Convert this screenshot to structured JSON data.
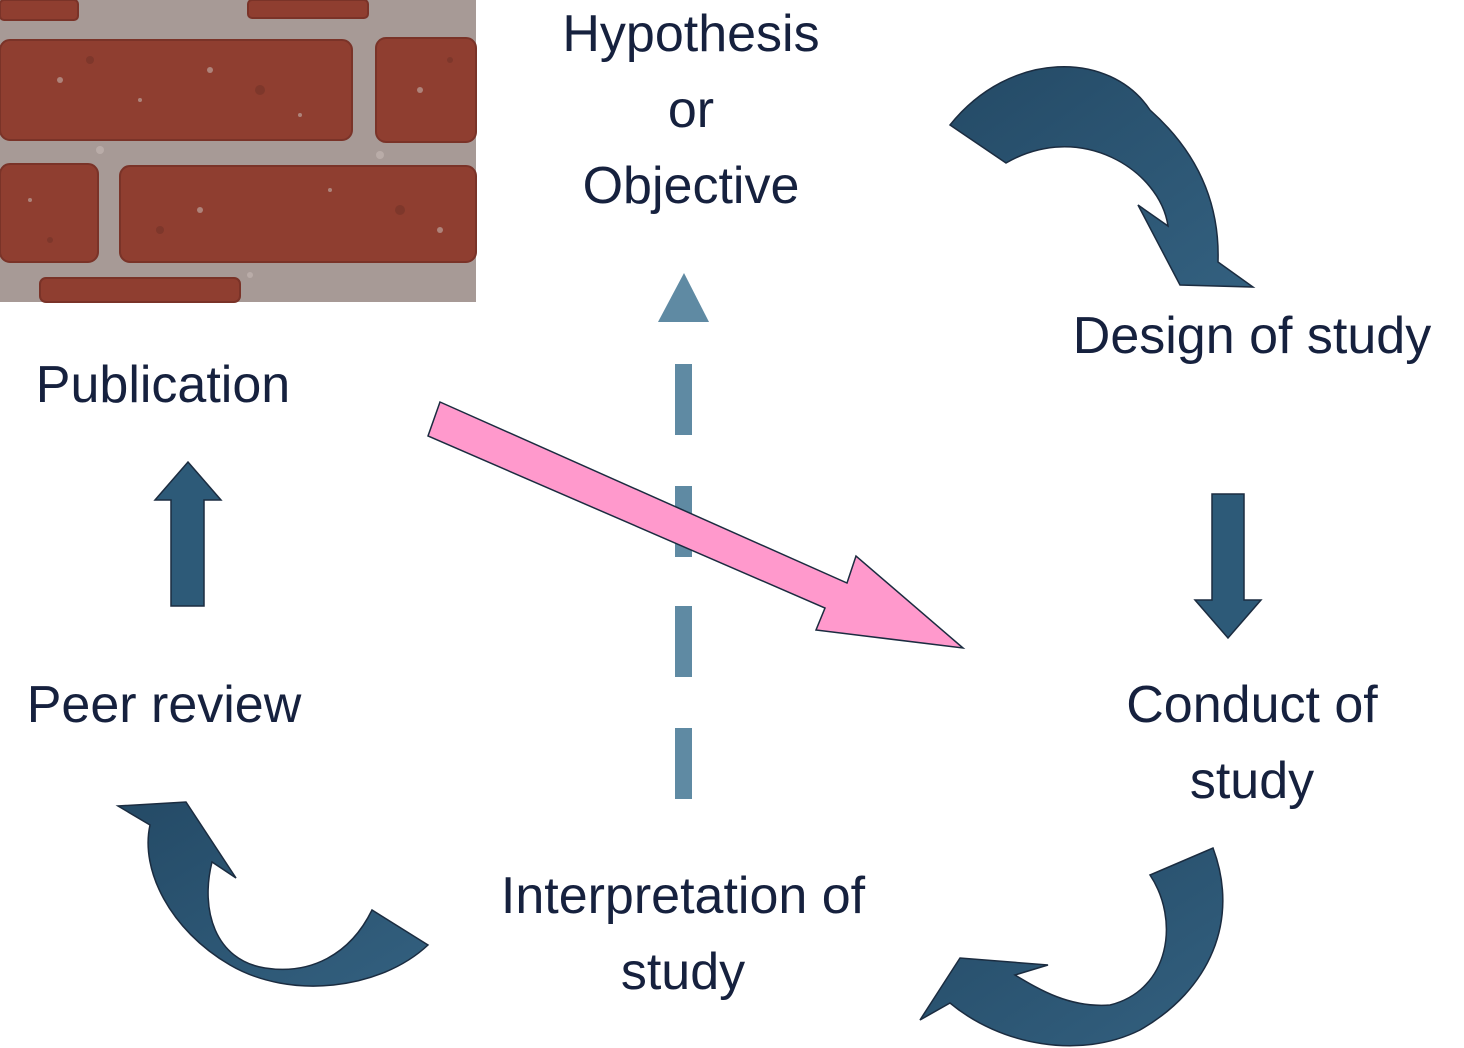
{
  "diagram": {
    "nodes": {
      "hypothesis": {
        "lines": [
          "Hypothesis",
          "or",
          "Objective"
        ]
      },
      "design": {
        "lines": [
          "Design of study"
        ]
      },
      "conduct": {
        "lines": [
          "Conduct of",
          "study"
        ]
      },
      "interpretation": {
        "lines": [
          "Interpretation of",
          "study"
        ]
      },
      "peer_review": {
        "lines": [
          "Peer review"
        ]
      },
      "publication": {
        "lines": [
          "Publication"
        ]
      }
    },
    "image": {
      "icon": "brick-wall-photo"
    },
    "colors": {
      "text": "#16213e",
      "arrow_dark": "#2d5a78",
      "arrow_stroke": "#1b2c40",
      "dashed_arrow": "#5f8aa3",
      "pink_arrow": "#ff99cc",
      "brick": "#8f3e30",
      "mortar": "#a79a96"
    }
  }
}
